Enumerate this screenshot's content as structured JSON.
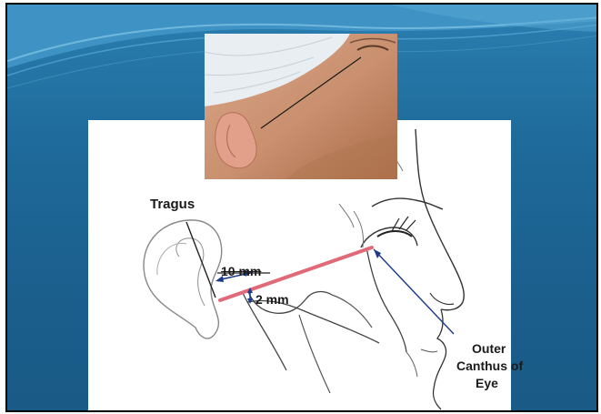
{
  "labels": {
    "tragus": "Tragus",
    "ten_mm": "10 mm",
    "two_mm": "2 mm",
    "outer_canthus_line1": "Outer",
    "outer_canthus_line2": "Canthus of",
    "outer_canthus_line3": "Eye"
  },
  "colors": {
    "slide_background": "#1e6a9a",
    "panel_background": "#ffffff",
    "reference_line": "#e06a78",
    "arrows": "#1a3a8a"
  }
}
